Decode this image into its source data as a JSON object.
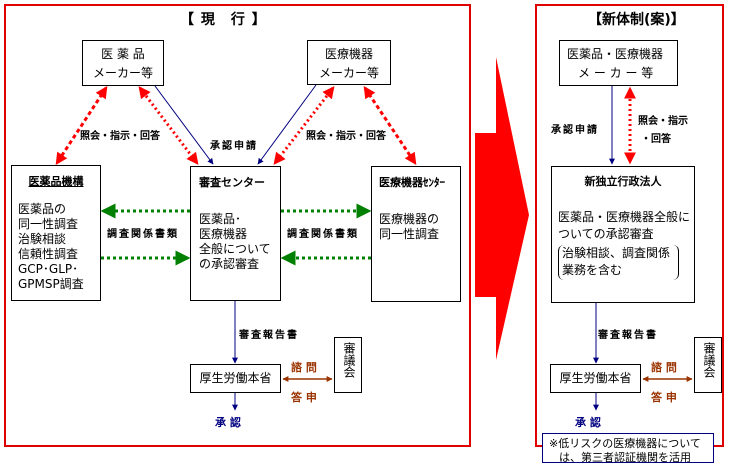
{
  "current": {
    "title": "【 現　行 】",
    "pharma_maker": {
      "line1": "医 薬 品",
      "line2": "メーカー等"
    },
    "device_maker": {
      "line1": "医療機器",
      "line2": "メーカー等"
    },
    "pharma_org": {
      "title": "医薬品機構",
      "lines": [
        "医薬品の",
        "同一性調査",
        "治験相談",
        "信頼性調査",
        "GCP･GLP･",
        "GPMSP調査"
      ]
    },
    "review_center": {
      "title": "審査センター",
      "lines": [
        "医薬品･",
        "医療機器",
        "全般について",
        "の承認審査"
      ]
    },
    "device_center": {
      "title": "医療機器ｾﾝﾀｰ",
      "lines": [
        "医療機器の",
        "同一性調査"
      ]
    },
    "inquiry_label": "照会・指示・回答",
    "application_label": "承認申請",
    "docs_label": "調査関係書類",
    "report_label": "審査報告書",
    "ministry": "厚生労働本省",
    "council": "審議会",
    "consult_label": "諮 問",
    "reply_label": "答 申",
    "approval_label": "承 認"
  },
  "proposed": {
    "title": "【新体制(案)】",
    "maker": {
      "line1": "医薬品・医療機器",
      "line2": "メ ー カ ー 等"
    },
    "application_label": "承認申請",
    "inquiry_label_1": "照会・指示",
    "inquiry_label_2": "・回答",
    "agency": {
      "title": "新独立行政法人",
      "lines": [
        "医薬品・医療機器全般に",
        "ついての承認審査"
      ],
      "bracket_lines": [
        "治験相談、調査関係",
        "業務を含む"
      ]
    },
    "report_label": "審査報告書",
    "ministry": "厚生労働本省",
    "council": "審議会",
    "consult_label": "諮 問",
    "reply_label": "答 申",
    "approval_label": "承 認",
    "note": {
      "line1": "※低リスクの医療機器について",
      "line2": "は、第三者認証機関を活用"
    }
  },
  "colors": {
    "frame": "#e00000",
    "inquiry_arrow": "#ff0000",
    "application_arrow": "#000080",
    "docs_arrow": "#008000",
    "consult_arrow": "#993300",
    "transition_arrow": "#ff0000"
  }
}
